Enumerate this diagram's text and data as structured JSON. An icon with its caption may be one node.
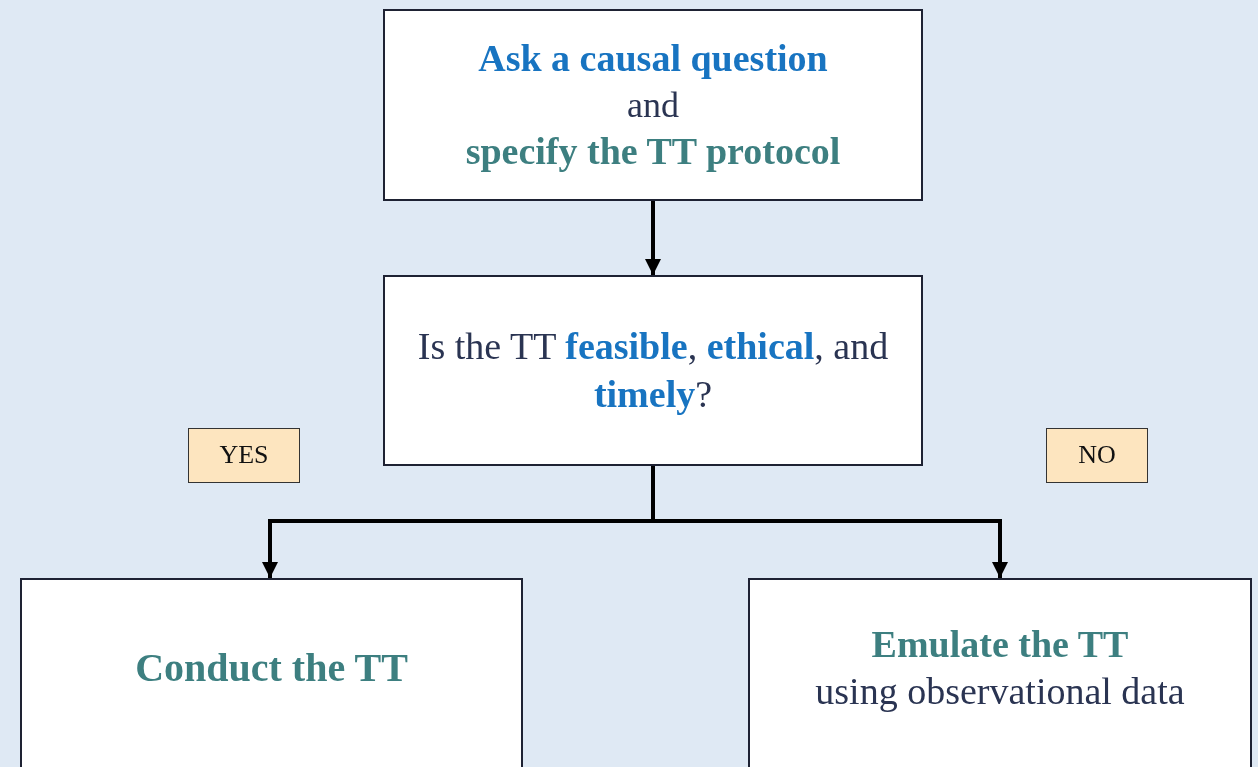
{
  "diagram": {
    "nodes": [
      {
        "text": [
          "Ask a causal question",
          "and",
          "specify the TT protocol"
        ]
      },
      {
        "text": [
          "Is the TT **feasible**, **ethical**, and **timely**?"
        ]
      },
      {
        "text": [
          "YES"
        ]
      },
      {
        "text": [
          "NO"
        ]
      },
      {
        "text": [
          "Conduct the TT"
        ]
      },
      {
        "text": [
          "Emulate the TT",
          "using observational data"
        ]
      }
    ],
    "edges": [
      {
        "from": 0,
        "to": 1,
        "arrow": "to"
      },
      {
        "from": 1,
        "to": 4,
        "arrow": "to"
      },
      {
        "from": 1,
        "to": 5,
        "arrow": "to"
      }
    ]
  }
}
